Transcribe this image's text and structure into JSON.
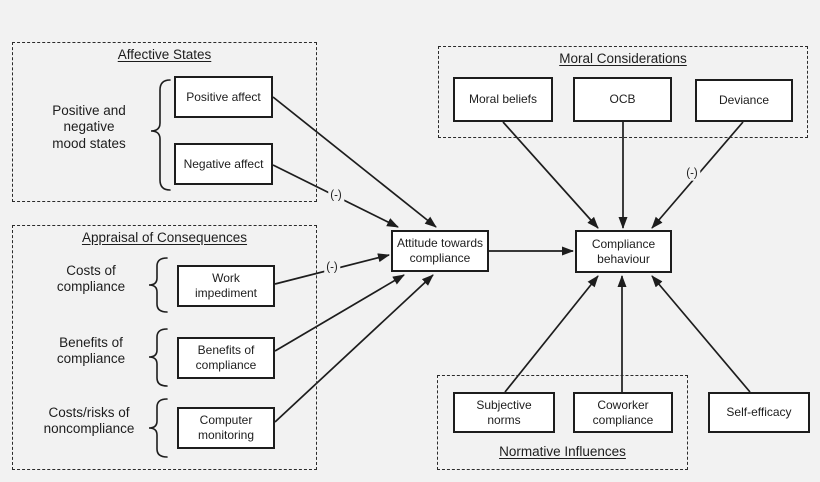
{
  "diagram": {
    "colors": {
      "background": "#f2f2f2",
      "line": "#1d1d1d",
      "node_fill": "#ffffff"
    },
    "groups": {
      "affective_states": {
        "title": "Affective States"
      },
      "appraisal": {
        "title": "Appraisal of Consequences"
      },
      "moral": {
        "title": "Moral Considerations"
      },
      "normative": {
        "title": "Normative Influences"
      }
    },
    "nodes": {
      "positive_affect": {
        "label": "Positive affect"
      },
      "negative_affect": {
        "label": "Negative affect"
      },
      "moral_beliefs": {
        "label": "Moral beliefs"
      },
      "ocb": {
        "label": "OCB"
      },
      "deviance": {
        "label": "Deviance"
      },
      "attitude": {
        "label": "Attitude towards\ncompliance"
      },
      "compliance": {
        "label": "Compliance\nbehaviour"
      },
      "work_impediment": {
        "label": "Work\nimpediment"
      },
      "benefits_of_compliance": {
        "label": "Benefits of\ncompliance"
      },
      "computer_monitoring": {
        "label": "Computer\nmonitoring"
      },
      "subjective_norms": {
        "label": "Subjective\nnorms"
      },
      "coworker_compliance": {
        "label": "Coworker\ncompliance"
      },
      "self_efficacy": {
        "label": "Self-efficacy"
      }
    },
    "side_labels": {
      "mood_states": "Positive and\nnegative\nmood states",
      "costs_of_compliance": "Costs of\ncompliance",
      "benefits_of_compliance": "Benefits of\ncompliance",
      "costs_risks_noncompliance": "Costs/risks of\nnoncompliance"
    },
    "edge_labels": {
      "negative_affect_sign": "(-)",
      "work_impediment_sign": "(-)",
      "deviance_sign": "(-)"
    }
  }
}
